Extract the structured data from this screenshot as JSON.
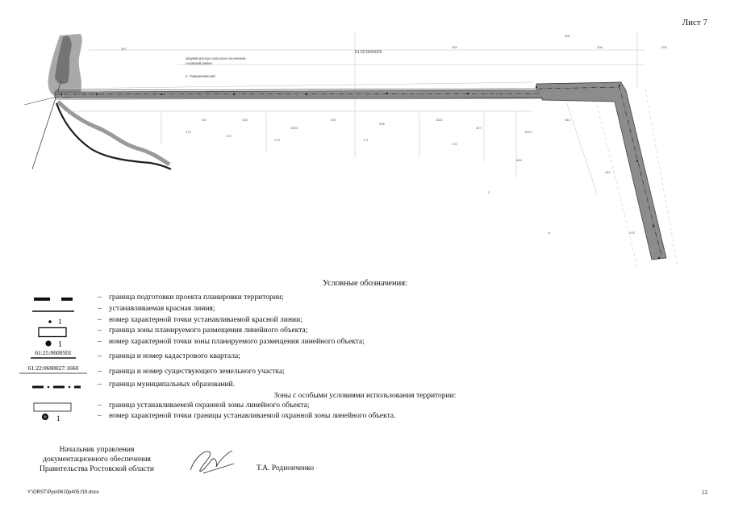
{
  "header": {
    "sheet_label": "Лист 7"
  },
  "map": {
    "cadastral_quarter": "61:02:0600005",
    "settlement_label": "Шаумяновское сельское поселение,",
    "district_label": "Азовский район",
    "locality_label": "п. Тимирязевский"
  },
  "legend": {
    "title": "Условные обозначения:",
    "dash": "–",
    "items": [
      {
        "label": "граница подготовки проекта планировки территории;"
      },
      {
        "label": "устанавливаемая красная линия;"
      },
      {
        "label": "номер характерной точки устанавливаемой красной линии;",
        "symbol_text": "1"
      },
      {
        "label": "граница зоны планируемого размещения линейного объекта;"
      },
      {
        "label": "номер характерной точки зоны планируемого размещения линейного объекта;",
        "symbol_text": "1"
      },
      {
        "label": "граница и номер кадастрового квартала;",
        "symbol_text": "61:25:0600501"
      },
      {
        "label": "граница и номер существующего земельного участка;",
        "symbol_text": "61:22:0600027:1660"
      },
      {
        "label": "граница муниципальных образований."
      }
    ],
    "zones_title": "Зоны с особыми условиями использования территории:",
    "zone_items": [
      {
        "label": "граница устанавливаемой охранной зоны линейного объекта;"
      },
      {
        "label": "номер характерной точки границы устанавливаемой охранной зоны линейного объекта.",
        "symbol_text": "1"
      }
    ]
  },
  "signature": {
    "title_line1": "Начальник управления",
    "title_line2": "документационного обеспечения",
    "title_line3": "Правительства Ростовской области",
    "name": "Т.А. Родионченко"
  },
  "footer": {
    "path": "Y:\\ORST\\Ppo\\0610p405.f19.docx",
    "page_number": "12"
  }
}
